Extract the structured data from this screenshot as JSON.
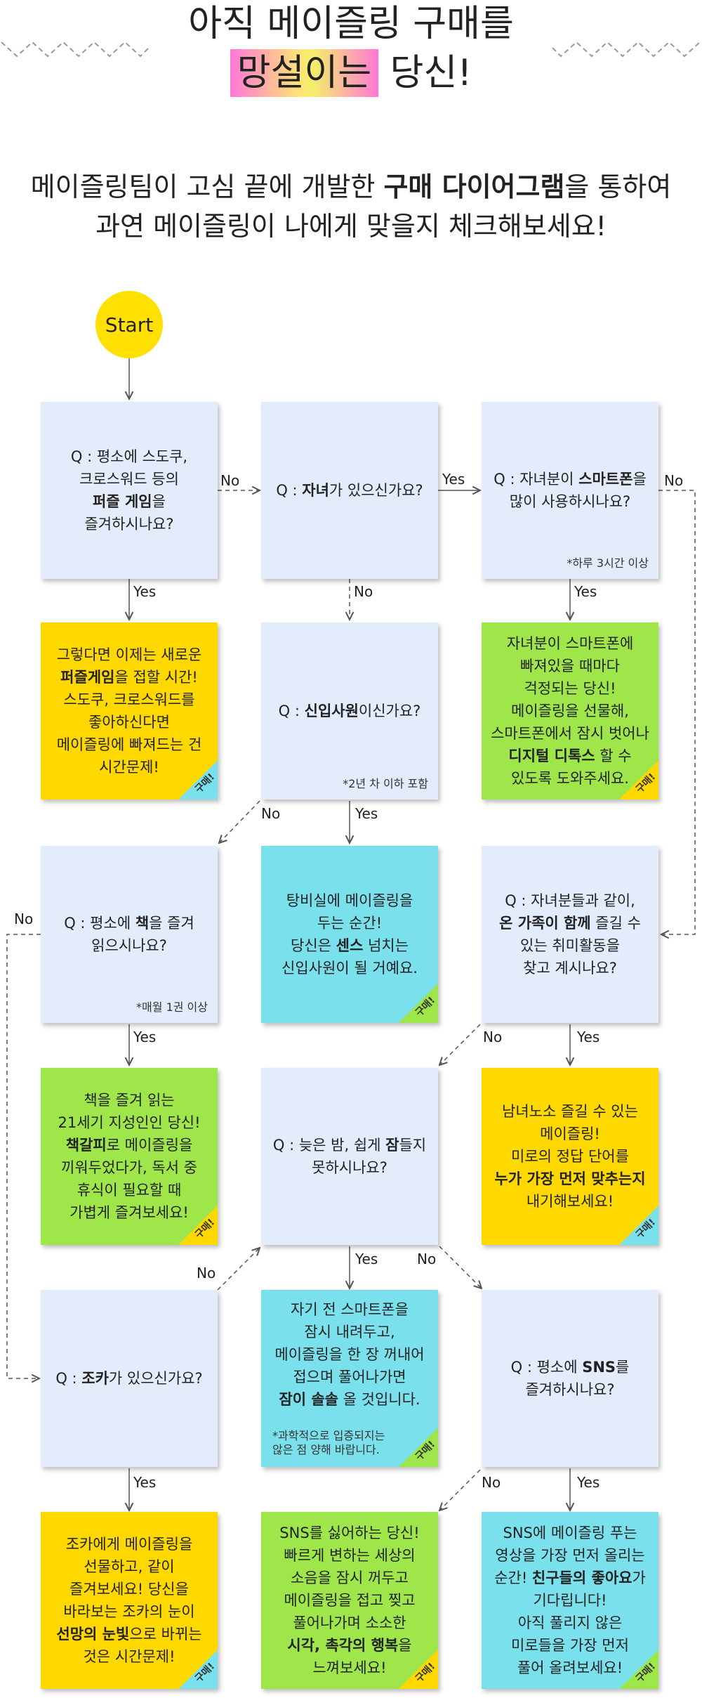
{
  "header": {
    "title_line1": "아직 메이즐링 구매를",
    "title_highlight": "망설이는",
    "title_rest": " 당신!",
    "intro_1a": "메이즐링팀이 고심 끝에 개발한 ",
    "intro_1b": "구매 다이어그램",
    "intro_1c": "을 통하여",
    "intro_2": "과연 메이즐링이 나에게 맞을지 체크해보세요!"
  },
  "start_label": "Start",
  "yes": "Yes",
  "no": "No",
  "buy_tag": "구매!",
  "boxes": {
    "q_puzzle": {
      "l1": "Q : 평소에 스도쿠,",
      "l2": "크로스워드 등의",
      "l3": "퍼즐 게임",
      "l3b": "을",
      "l4": "즐겨하시나요?"
    },
    "q_children": {
      "a": "Q : ",
      "b": "자녀",
      "c": "가 있으신가요?"
    },
    "q_smartphone": {
      "a": "Q : 자녀분이 ",
      "b": "스마트폰",
      "c": "을",
      "l2": "많이 사용하시나요?",
      "note": "*하루 3시간 이상"
    },
    "r_puzzle": {
      "l1": "그렇다면 이제는 새로운",
      "l2b": "퍼즐게임",
      "l2": "을 접할 시간!",
      "l3": "스도쿠, 크로스워드를",
      "l4": "좋아하신다면",
      "l5": "메이즐링에 빠져드는 건",
      "l6": "시간문제!"
    },
    "q_newbie": {
      "a": "Q : ",
      "b": "신입사원",
      "c": "이신가요?",
      "note": "*2년 차 이하 포함"
    },
    "r_smartphone": {
      "l1": "자녀분이 스마트폰에",
      "l2": "빠져있을 때마다",
      "l3": "걱정되는 당신!",
      "l4": "메이즐링을 선물해,",
      "l5": "스마트폰에서 잠시 벗어나",
      "l6b": "디지털 디톡스",
      "l6": " 할 수",
      "l7": "있도록 도와주세요."
    },
    "q_book": {
      "a": "Q : 평소에 ",
      "b": "책",
      "c": "을 즐겨",
      "l2": "읽으시나요?",
      "note": "*매월 1권 이상"
    },
    "r_newbie": {
      "l1": "탕비실에 메이즐링을",
      "l2": "두는 순간!",
      "l3a": "당신은 ",
      "l3b": "센스",
      "l3c": " 넘치는",
      "l4": "신입사원이 될 거예요."
    },
    "q_family": {
      "l1": "Q : 자녀분들과 같이,",
      "l2b": "온 가족이 함께",
      "l2": " 즐길 수",
      "l3": "있는 취미활동을",
      "l4": "찾고 계시나요?"
    },
    "r_book": {
      "l1": "책을 즐겨 읽는",
      "l2": "21세기 지성인인 당신!",
      "l3b": "책갈피",
      "l3": "로 메이즐링을",
      "l4": "끼워두었다가, 독서 중",
      "l5": "휴식이 필요할 때",
      "l6": "가볍게 즐겨보세요!"
    },
    "q_sleep": {
      "a": "Q : 늦은 밤, 쉽게 ",
      "b": "잠",
      "c": "들지",
      "l2": "못하시나요?"
    },
    "r_family": {
      "l1": "남녀노소 즐길 수 있는",
      "l2": "메이즐링!",
      "l3": "미로의 정답 단어를",
      "l4b": "누가 가장 먼저 맞추는지",
      "l5": "내기해보세요!"
    },
    "q_nephew": {
      "a": "Q : ",
      "b": "조카",
      "c": "가 있으신가요?"
    },
    "r_sleep": {
      "l1": "자기 전 스마트폰을",
      "l2": "잠시 내려두고,",
      "l3": "메이즐링을 한 장 꺼내어",
      "l4": "접으며 풀어나가면",
      "l5b": "잠이 솔솔",
      "l5": " 올 것입니다.",
      "note1": "*과학적으로 입증되지는",
      "note2": "않은 점 양해 바랍니다."
    },
    "q_sns": {
      "a": "Q : 평소에 ",
      "b": "SNS",
      "c": "를",
      "l2": "즐겨하시나요?"
    },
    "r_nephew": {
      "l1": "조카에게 메이즐링을",
      "l2": "선물하고, 같이",
      "l3": "즐겨보세요! 당신을",
      "l4": "바라보는 조카의 눈이",
      "l5b": "선망의 눈빛",
      "l5": "으로 바뀌는",
      "l6": "것은 시간문제!"
    },
    "r_nosns": {
      "l1": "SNS를 싫어하는 당신!",
      "l2": "빠르게 변하는 세상의",
      "l3": "소음을 잠시 꺼두고",
      "l4": "메이즐링을 접고 찢고",
      "l5": "풀어나가며 소소한",
      "l6b": "시각, 촉각의 행복",
      "l6": "을",
      "l7": "느껴보세요!"
    },
    "r_sns": {
      "l1": "SNS에 메이즐링 푸는",
      "l2": "영상을 가장 먼저 올리는",
      "l3a": "순간! ",
      "l3b": "친구들의 좋아요",
      "l3c": "가",
      "l4": "기다립니다!",
      "l5": "아직 풀리지 않은",
      "l6": "미로들을 가장 먼저",
      "l7": "풀어 올려보세요!"
    }
  }
}
